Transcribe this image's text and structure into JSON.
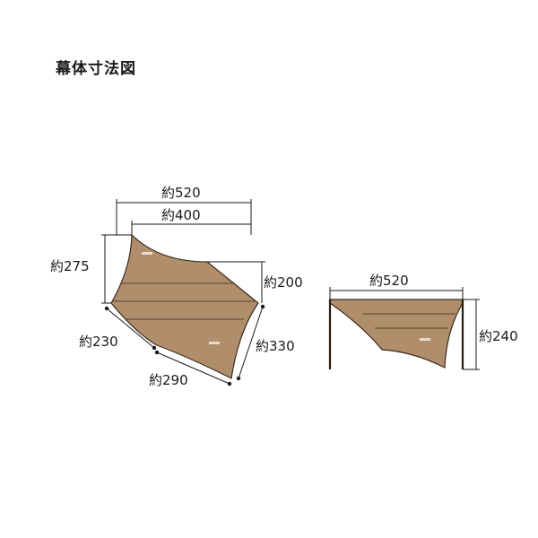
{
  "title": "幕体寸法図",
  "top_view": {
    "width_outer": "約520",
    "width_inner": "約400",
    "height_left": "約275",
    "height_right": "約200",
    "edge_bottom_left": "約230",
    "edge_bottom": "約290",
    "edge_bottom_right": "約330"
  },
  "side_view": {
    "width": "約520",
    "height": "約240"
  },
  "colors": {
    "tarp": "#b08e6c",
    "outline": "#3a2a1c",
    "dimension": "#1a1a1a"
  }
}
